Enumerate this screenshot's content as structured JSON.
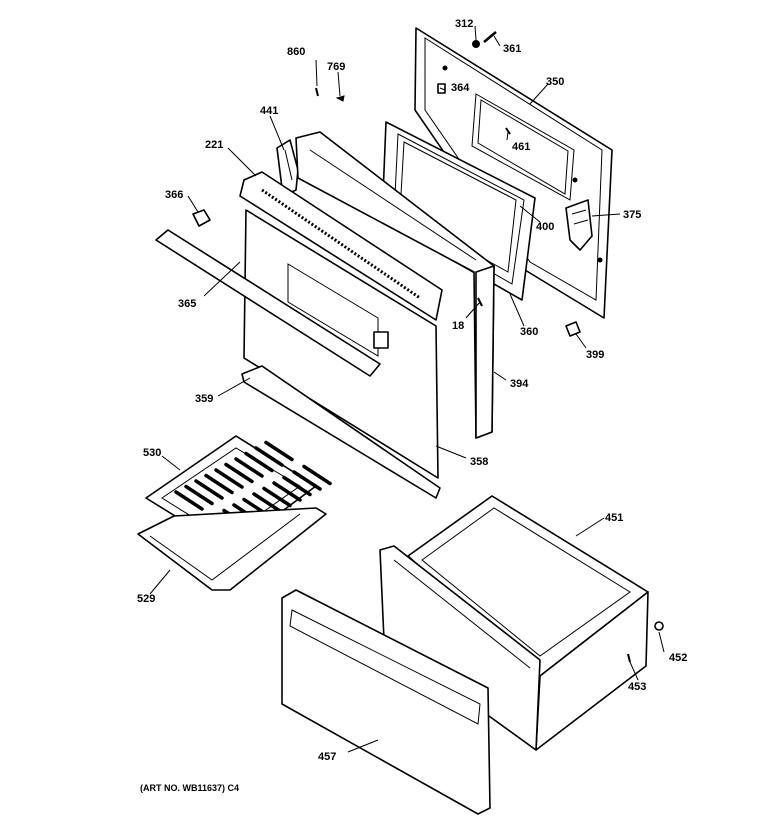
{
  "art_number": "(ART NO. WB11637) C4",
  "labels": {
    "p312": "312",
    "p361": "361",
    "p860": "860",
    "p769": "769",
    "p364": "364",
    "p350": "350",
    "p441": "441",
    "p461": "461",
    "p221": "221",
    "p366": "366",
    "p375": "375",
    "p400": "400",
    "p365": "365",
    "p18": "18",
    "p360": "360",
    "p399": "399",
    "p359": "359",
    "p394": "394",
    "p358": "358",
    "p530": "530",
    "p451": "451",
    "p529": "529",
    "p452": "452",
    "p453": "453",
    "p457": "457"
  }
}
